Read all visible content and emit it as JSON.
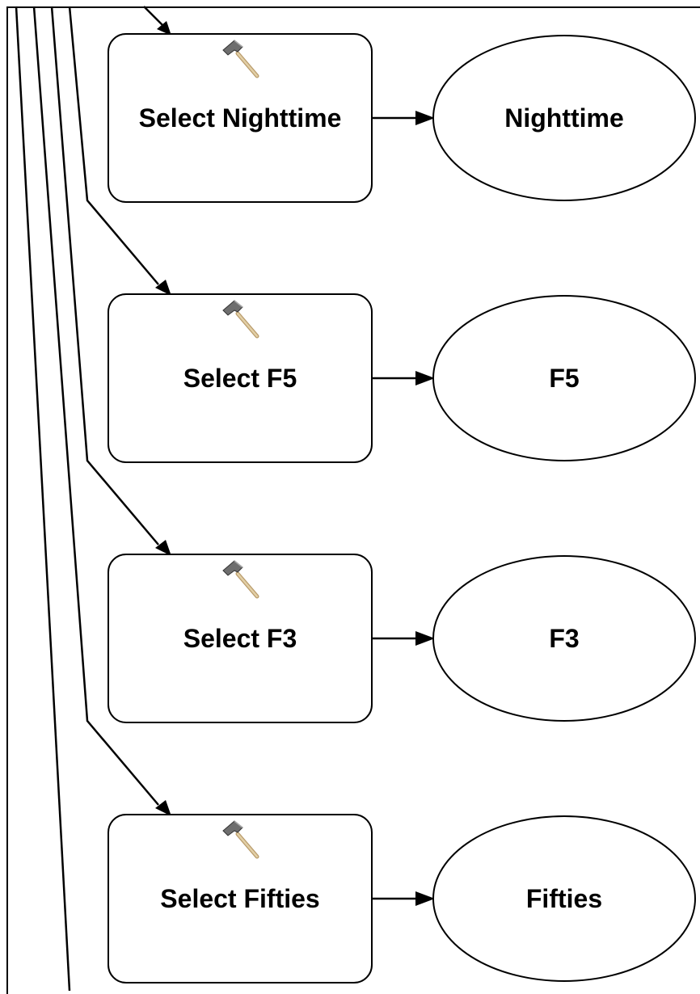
{
  "diagram": {
    "rows": [
      {
        "tool": {
          "label": "Select Nighttime",
          "icon": "hammer-icon"
        },
        "output": {
          "label": "Nighttime"
        }
      },
      {
        "tool": {
          "label": "Select F5",
          "icon": "hammer-icon"
        },
        "output": {
          "label": "F5"
        }
      },
      {
        "tool": {
          "label": "Select F3",
          "icon": "hammer-icon"
        },
        "output": {
          "label": "F3"
        }
      },
      {
        "tool": {
          "label": "Select Fifties",
          "icon": "hammer-icon"
        },
        "output": {
          "label": "Fifties"
        }
      }
    ],
    "colors": {
      "line": "#000000",
      "node_fill": "#ffffff",
      "node_stroke": "#000000",
      "hammer_handle": "#d8c09a",
      "hammer_head": "#707070"
    }
  }
}
